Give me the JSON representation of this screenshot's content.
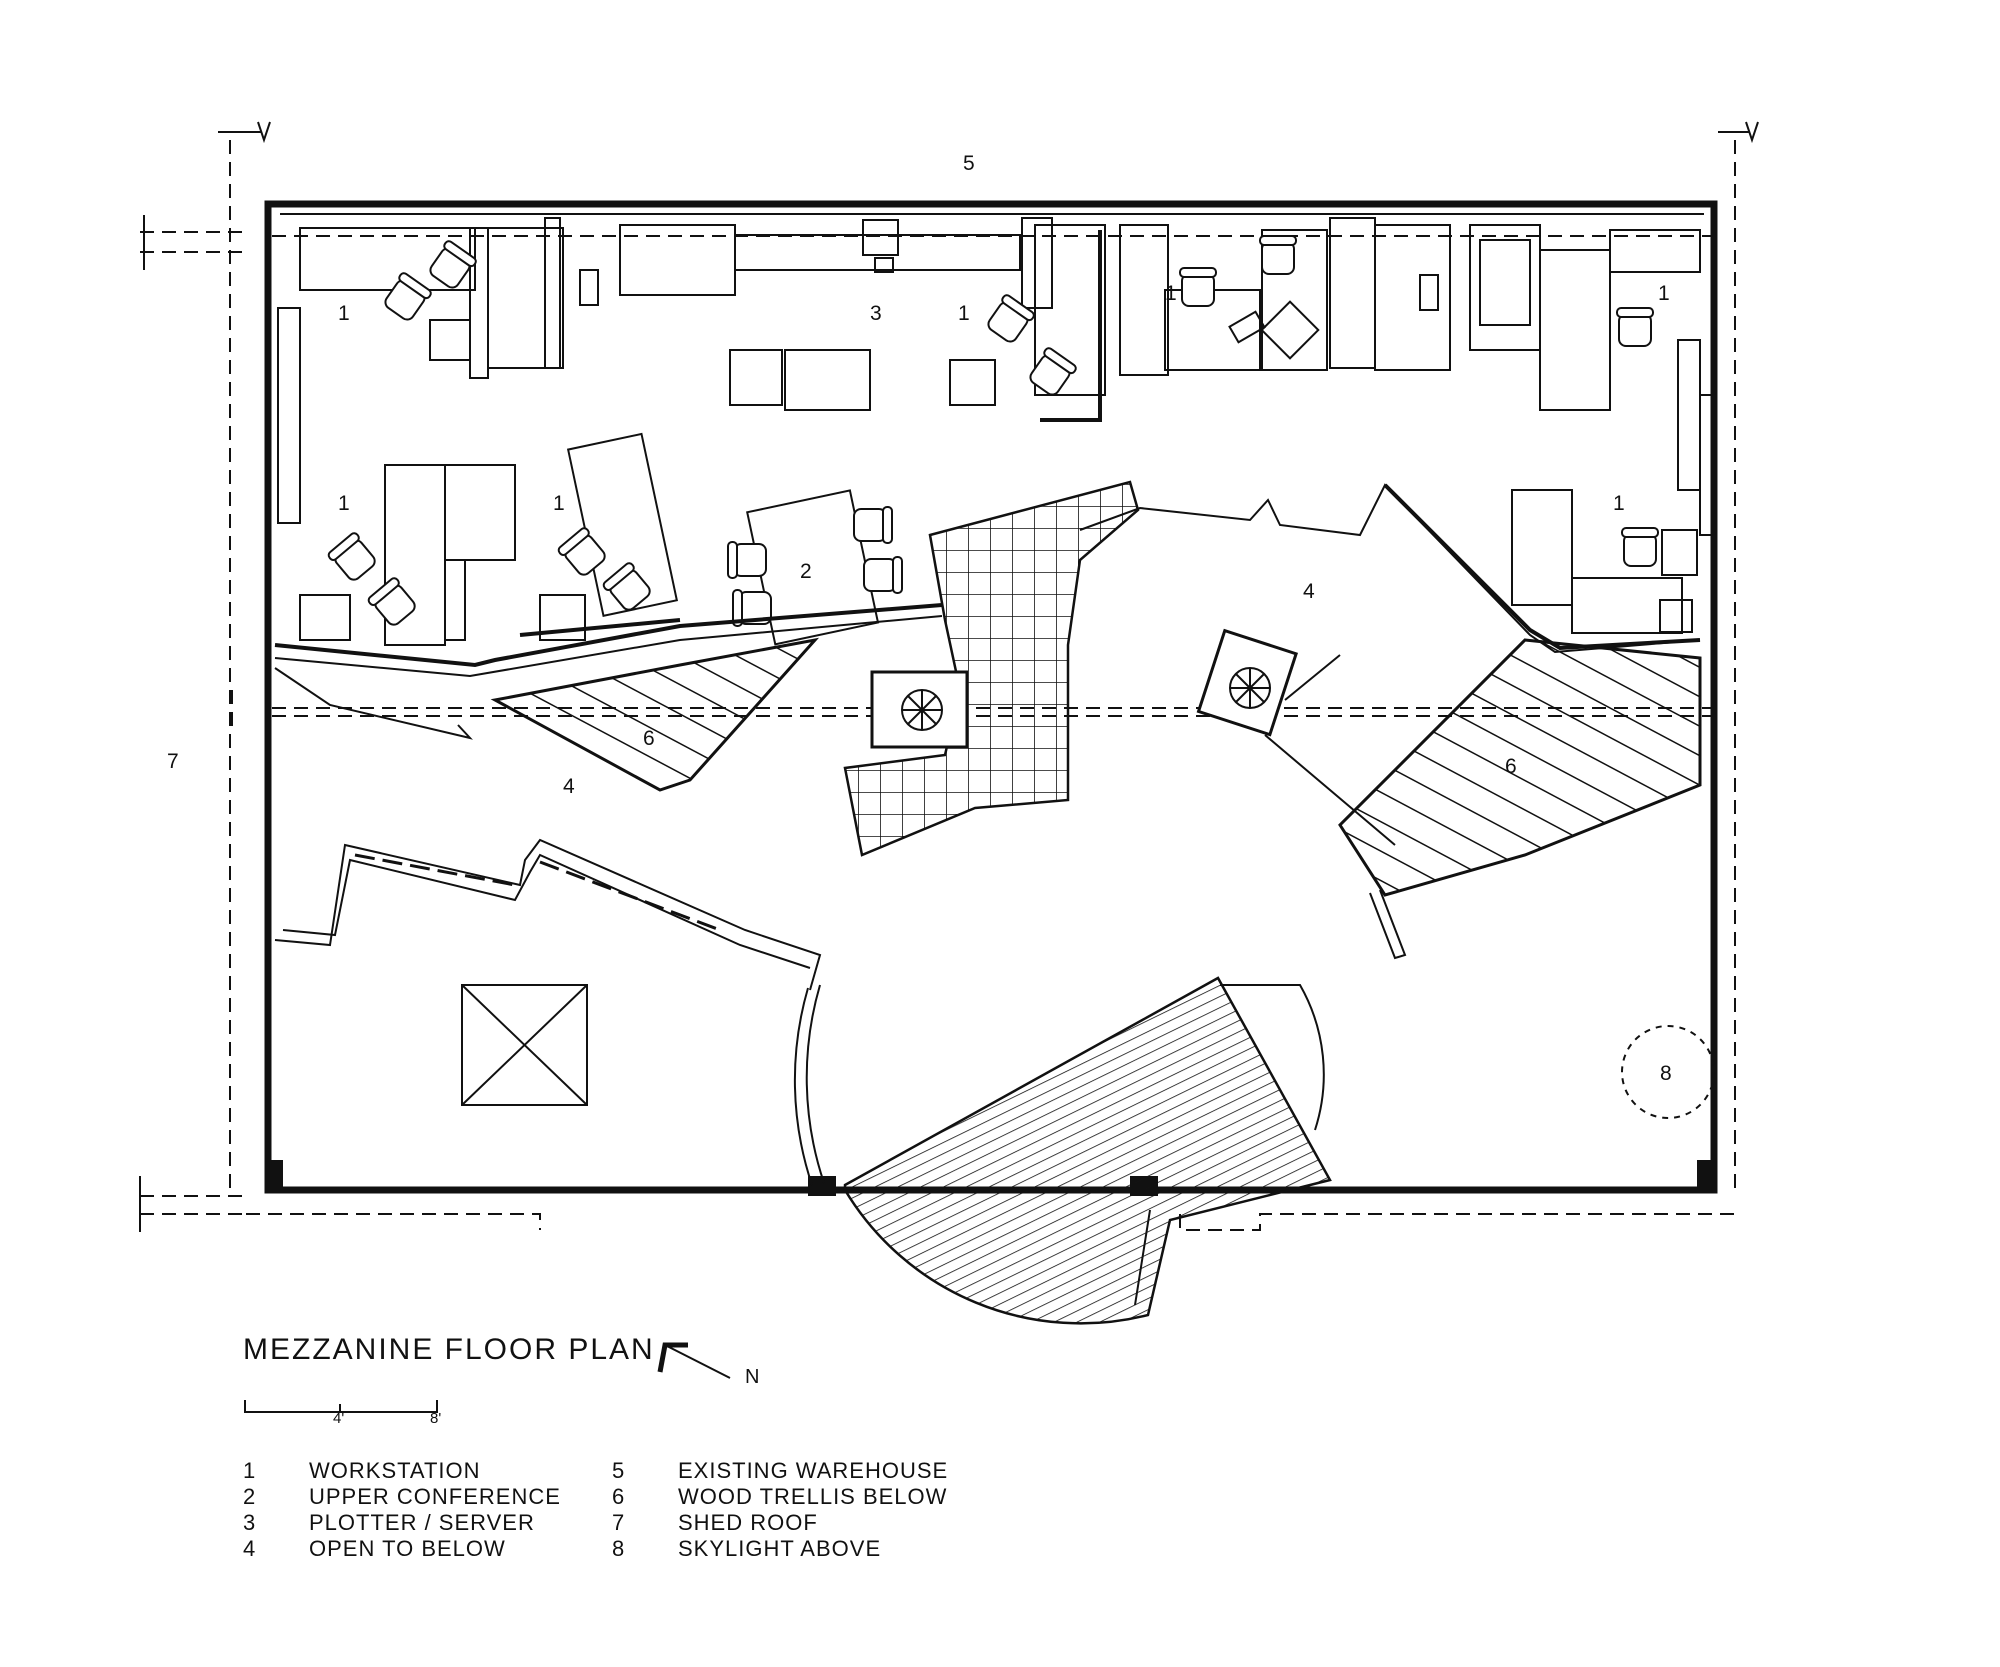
{
  "plan": {
    "title": "MEZZANINE FLOOR PLAN",
    "north_label": "N",
    "scale": {
      "mid": "4'",
      "end": "8'"
    },
    "room_tags": {
      "top": "5",
      "left": "7",
      "ws_a": "1",
      "ws_b": "1",
      "ws_c": "1",
      "ws_d": "1",
      "ws_e": "1",
      "ws_f": "1",
      "ws_g": "1",
      "plotter": "3",
      "conference": "2",
      "open_left": "4",
      "open_right": "4",
      "trellis_left": "6",
      "trellis_right": "6",
      "skylight": "8"
    },
    "legend_left": [
      {
        "num": "1",
        "label": "WORKSTATION"
      },
      {
        "num": "2",
        "label": "UPPER CONFERENCE"
      },
      {
        "num": "3",
        "label": "PLOTTER / SERVER"
      },
      {
        "num": "4",
        "label": "OPEN TO BELOW"
      }
    ],
    "legend_right": [
      {
        "num": "5",
        "label": "EXISTING WAREHOUSE"
      },
      {
        "num": "6",
        "label": "WOOD TRELLIS BELOW"
      },
      {
        "num": "7",
        "label": "SHED ROOF"
      },
      {
        "num": "8",
        "label": "SKYLIGHT ABOVE"
      }
    ]
  }
}
